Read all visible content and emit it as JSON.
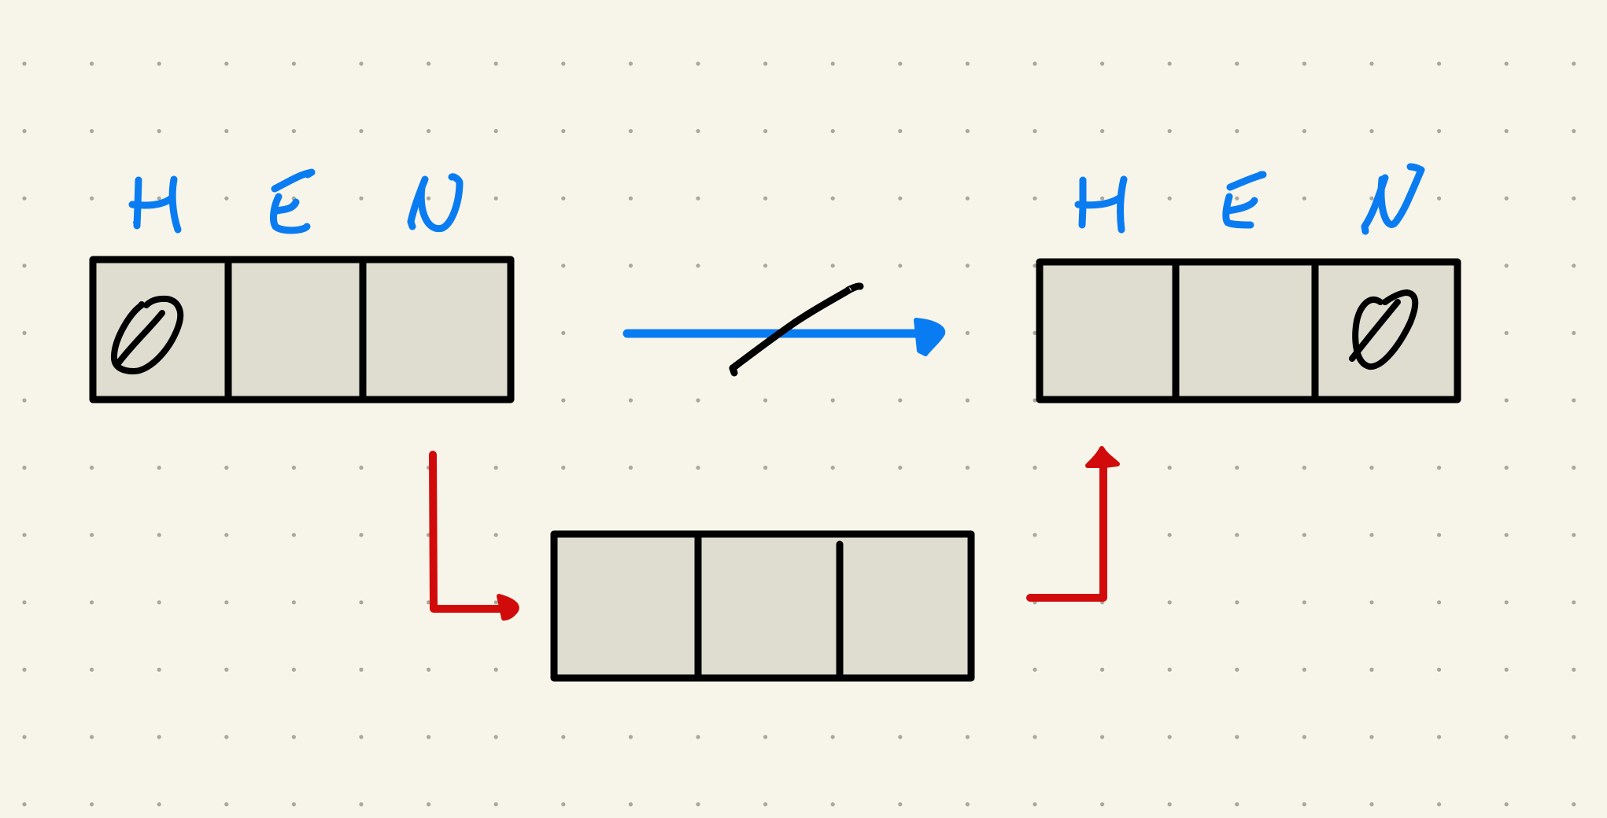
{
  "canvas": {
    "background": "#f7f5ea",
    "grid": "dotted"
  },
  "colors": {
    "ink": "#000000",
    "label_blue": "#0a7cf2",
    "arrow_red": "#d10b0b",
    "cell_fill": "#deddd0",
    "dot": "#aaa89c"
  },
  "left_array": {
    "labels": [
      "H",
      "E",
      "N"
    ],
    "cells": [
      "Ø",
      "",
      ""
    ]
  },
  "right_array": {
    "labels": [
      "H",
      "E",
      "N"
    ],
    "cells": [
      "",
      "",
      "Ø"
    ]
  },
  "middle_array": {
    "cells": [
      "",
      "",
      ""
    ]
  },
  "arrows": {
    "top": {
      "color": "blue",
      "crossed_out": true
    },
    "down": {
      "color": "red"
    },
    "up": {
      "color": "red"
    }
  },
  "icons": {
    "empty_set": "empty-set-icon",
    "strike": "strike-through-icon"
  }
}
